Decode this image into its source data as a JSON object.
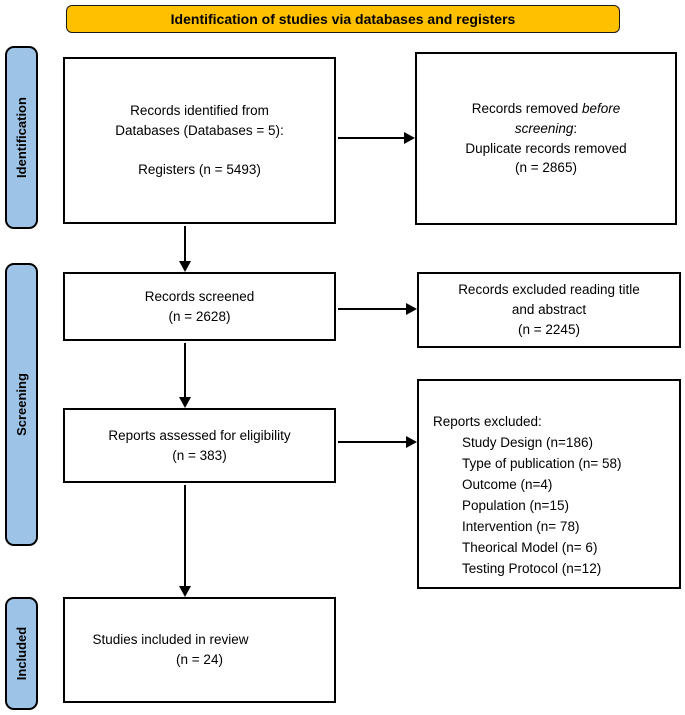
{
  "colors": {
    "banner_bg": "#FFC000",
    "sidebar_bg": "#9DC3E6",
    "border": "#000000",
    "box_bg": "#FFFFFF"
  },
  "banner": {
    "label": "Identification of studies via databases and registers"
  },
  "sidebar": {
    "identification": "Identification",
    "screening": "Screening",
    "included": "Included"
  },
  "boxes": {
    "records_identified": {
      "line1": "Records identified from",
      "line2": "Databases (Databases = 5):",
      "line3": "Registers (n = 5493)"
    },
    "records_removed": {
      "l1_normal": "Records removed ",
      "l1_italic": "before",
      "l2_italic": "screening",
      "l2_suffix": ":",
      "l3": "Duplicate records removed",
      "l4": "(n = 2865)"
    },
    "records_screened": {
      "line1": "Records screened",
      "line2": "(n = 2628)"
    },
    "records_excluded": {
      "line1": "Records excluded reading title",
      "line2": "and abstract",
      "line3": "(n = 2245)"
    },
    "reports_assessed": {
      "line1": "Reports assessed for eligibility",
      "line2": "(n = 383)"
    },
    "reports_excluded": {
      "title": "Reports excluded:",
      "items": [
        "Study Design (n=186)",
        "Type of publication (n= 58)",
        "Outcome (n=4)",
        "Population (n=15)",
        "Intervention (n= 78)",
        "Theorical Model (n= 6)",
        "Testing Protocol (n=12)"
      ]
    },
    "studies_included": {
      "line1": "Studies included in review",
      "line2": "(n = 24)"
    }
  }
}
